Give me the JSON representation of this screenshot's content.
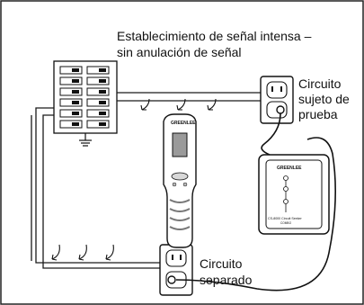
{
  "title": {
    "line1": "Establecimiento de señal intensa –",
    "line2": "sin anulación de señal"
  },
  "circuit_under_test": {
    "line1": "Circuito",
    "line2": "sujeto de",
    "line3": "prueba"
  },
  "separate_circuit": {
    "line1": "Circuito",
    "line2": "separado"
  },
  "transmitter": {
    "brand": "GREENLEE"
  },
  "receiver_device": {
    "brand": "GREENLEE",
    "model": "CS-8000 Circuit Seeker",
    "sub": "COMBO"
  },
  "colors": {
    "line": "#1a1a1a",
    "frame": "#222222",
    "background": "#ffffff"
  }
}
